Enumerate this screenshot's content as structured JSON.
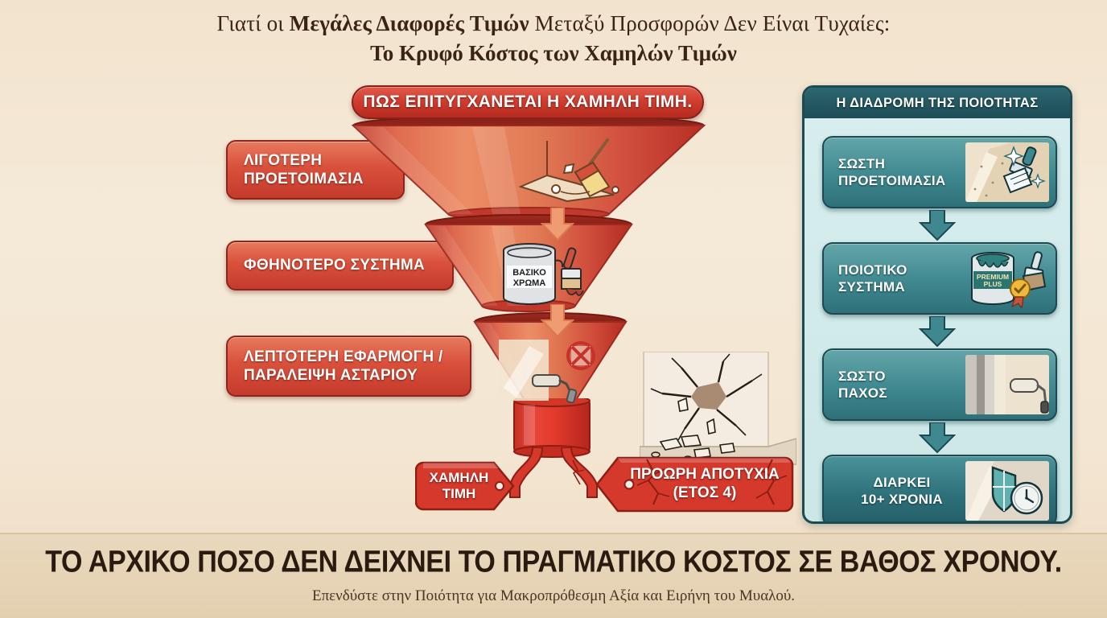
{
  "title": {
    "line1_a": "Γιατί οι ",
    "line1_b": "Μεγάλες Διαφορές Τιμών",
    "line1_c": " Μεταξύ Προσφορών Δεν Είναι Τυχαίες:",
    "line2": "Το Κρυφό Κόστος των Χαμηλών Τιμών"
  },
  "funnel": {
    "header": "ΠΩΣ ΕΠΙΤΥΓΧΑΝΕΤΑΙ Η ΧΑΜΗΛΗ ΤΙΜΗ.",
    "stages": [
      {
        "label": "ΛΙΓΟΤΕΡΗ\nΠΡΟΕΤΟΙΜΑΣΙΑ",
        "icon": "broom-sweeping-icon"
      },
      {
        "label": "ΦΘΗΝΟΤΕΡΟ ΣΥΣΤΗΜΑ",
        "icon": "paint-can-brush-icon"
      },
      {
        "label": "ΛΕΠΤΟΤΕΡΗ ΕΦΑΡΜΟΓΗ /\nΠΑΡΑΛΕΙΨΗ ΑΣΤΑΡΙΟΥ",
        "icon": "roller-no-primer-icon"
      }
    ],
    "paint_can_label_line1": "ΒΑΣΙΚΟ",
    "paint_can_label_line2": "ΧΡΩΜΑ",
    "outputs": [
      {
        "label": "ΧΑΜΗΛΗ\nΤΙΜΗ",
        "name": "low-price-tag"
      },
      {
        "label": "ΠΡΟΩΡΗ ΑΠΟΤΥΧΙΑ\n(ΕΤΟΣ 4)",
        "name": "early-failure-tag"
      }
    ]
  },
  "quality_panel": {
    "header": "Η ΔΙΑΔΡΟΜΗ ΤΗΣ ΠΟΙΟΤΗΤΑΣ",
    "steps": [
      {
        "label": "ΣΩΣΤΗ\nΠΡΟΕΤΟΙΜΑΣΙΑ",
        "icon": "brush-sanding-icon"
      },
      {
        "label": "ΠΟΙΟΤΙΚΟ\nΣΥΣΤΗΜΑ",
        "icon": "premium-paint-can-icon",
        "can_text_1": "PREMIUM",
        "can_text_2": "PLUS"
      },
      {
        "label": "ΣΩΣΤΟ\nΠΑΧΟΣ",
        "icon": "roller-thickness-icon"
      },
      {
        "label": "ΔΙΑΡΚΕΙ\n10+ ΧΡΟΝΙΑ",
        "icon": "shield-clock-icon"
      }
    ]
  },
  "footer": {
    "main": "ΤΟ ΑΡΧΙΚΟ ΠΟΣΟ ΔΕΝ ΔΕΙΧΝΕΙ ΤΟ ΠΡΑΓΜΑΤΙΚΟ ΚΟΣΤΟΣ ΣΕ ΒΑΘΟΣ ΧΡΟΝΟΥ.",
    "sub": "Επενδύστε στην Ποιότητα για Μακροπρόθεσμη Αξία και Ειρήνη του Μυαλού."
  },
  "colors": {
    "background": "#f2e3cd",
    "funnel_red": "#cf3b2d",
    "funnel_orange": "#e8825f",
    "funnel_dark_red": "#8e241c",
    "teal_dark": "#1e4d56",
    "teal_card": "#3f8890",
    "teal_panel_bg": "#d3ebea",
    "band_bg": "#e7d4b6",
    "title_text": "#3b2415"
  }
}
